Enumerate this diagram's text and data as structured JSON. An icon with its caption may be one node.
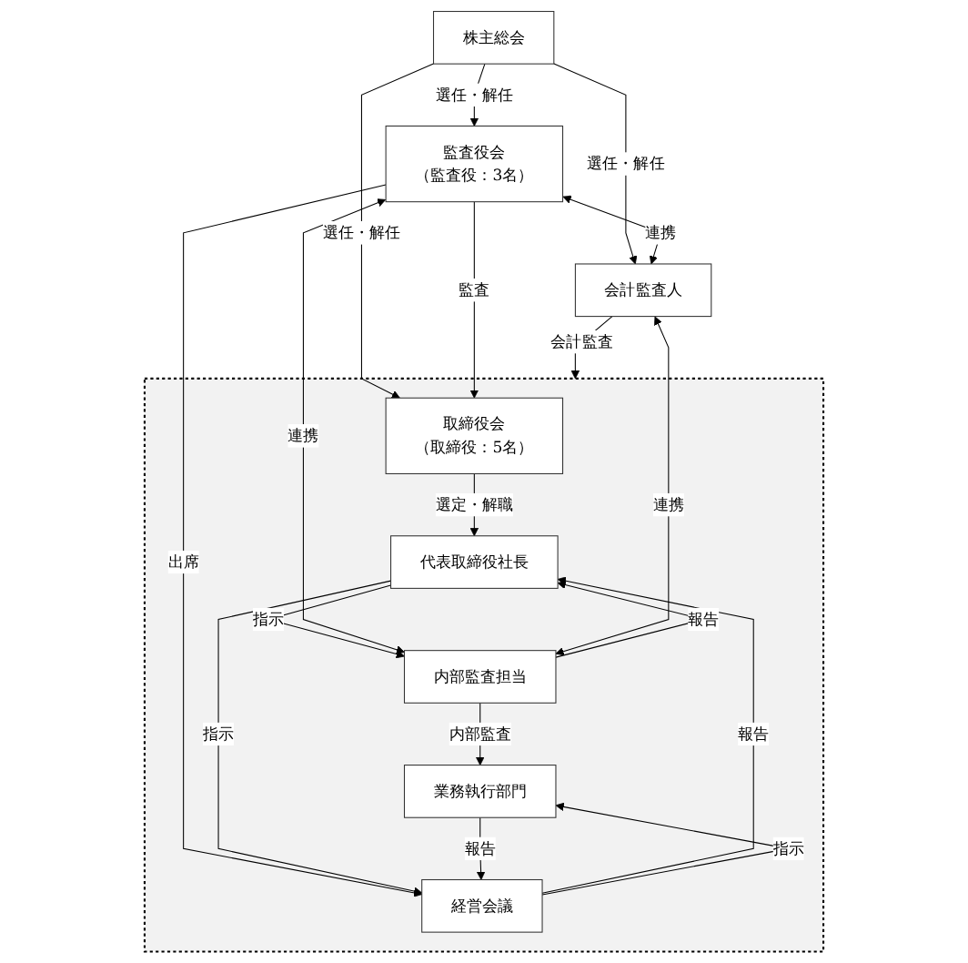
{
  "diagram": {
    "nodes": [
      {
        "text": [
          "株主総会"
        ]
      },
      {
        "text": [],
        "shape": "box"
      },
      {
        "text": [
          "取締役会",
          "（取締役：5名）"
        ],
        "in": 1
      },
      {
        "text": [
          "監査役会",
          "（監査役：3名）"
        ]
      },
      {
        "text": [
          "会計監査人"
        ]
      },
      {
        "text": [
          "代表取締役社長"
        ],
        "in": 1
      },
      {
        "text": [
          "経営会議"
        ],
        "in": 1
      },
      {
        "text": [
          "内部監査担当"
        ],
        "in": 1
      },
      {
        "text": [
          "業務執行部門"
        ],
        "in": 1
      }
    ],
    "edges": [
      {
        "from": 0,
        "to": 2,
        "arrow": "to",
        "label": "選任・解任"
      },
      {
        "from": 0,
        "to": 3,
        "arrow": "to",
        "label": "選任・解任"
      },
      {
        "from": 0,
        "to": 4,
        "arrow": "to",
        "label": "選任・解任"
      },
      {
        "from": 3,
        "to": 2,
        "arrow": "to",
        "label": "監査"
      },
      {
        "from": 3,
        "to": 4,
        "arrow": "both",
        "label": "連携"
      },
      {
        "from": 3,
        "to": 6,
        "arrow": "to",
        "label": "出席"
      },
      {
        "from": 2,
        "to": 5,
        "arrow": "to",
        "label": "選定・解職"
      },
      {
        "from": 7,
        "to": 5,
        "arrow": "to",
        "label": "報告"
      },
      {
        "from": 5,
        "to": 7,
        "arrow": "to",
        "label": "指示"
      },
      {
        "from": 3,
        "to": 7,
        "arrow": "both",
        "label": "連携"
      },
      {
        "from": 4,
        "to": 1,
        "arrow": "to",
        "label": "会計監査"
      },
      {
        "from": 5,
        "to": 6,
        "arrow": "to",
        "label": "指示"
      },
      {
        "from": 6,
        "to": 5,
        "arrow": "to",
        "label": "報告"
      },
      {
        "from": 7,
        "to": 4,
        "arrow": "both",
        "label": "連携"
      },
      {
        "from": 7,
        "to": 8,
        "arrow": "to",
        "label": "内部監査"
      },
      {
        "from": 6,
        "to": 8,
        "arrow": "to",
        "label": "指示"
      },
      {
        "from": 8,
        "to": 6,
        "arrow": "to",
        "label": "報告"
      }
    ]
  }
}
